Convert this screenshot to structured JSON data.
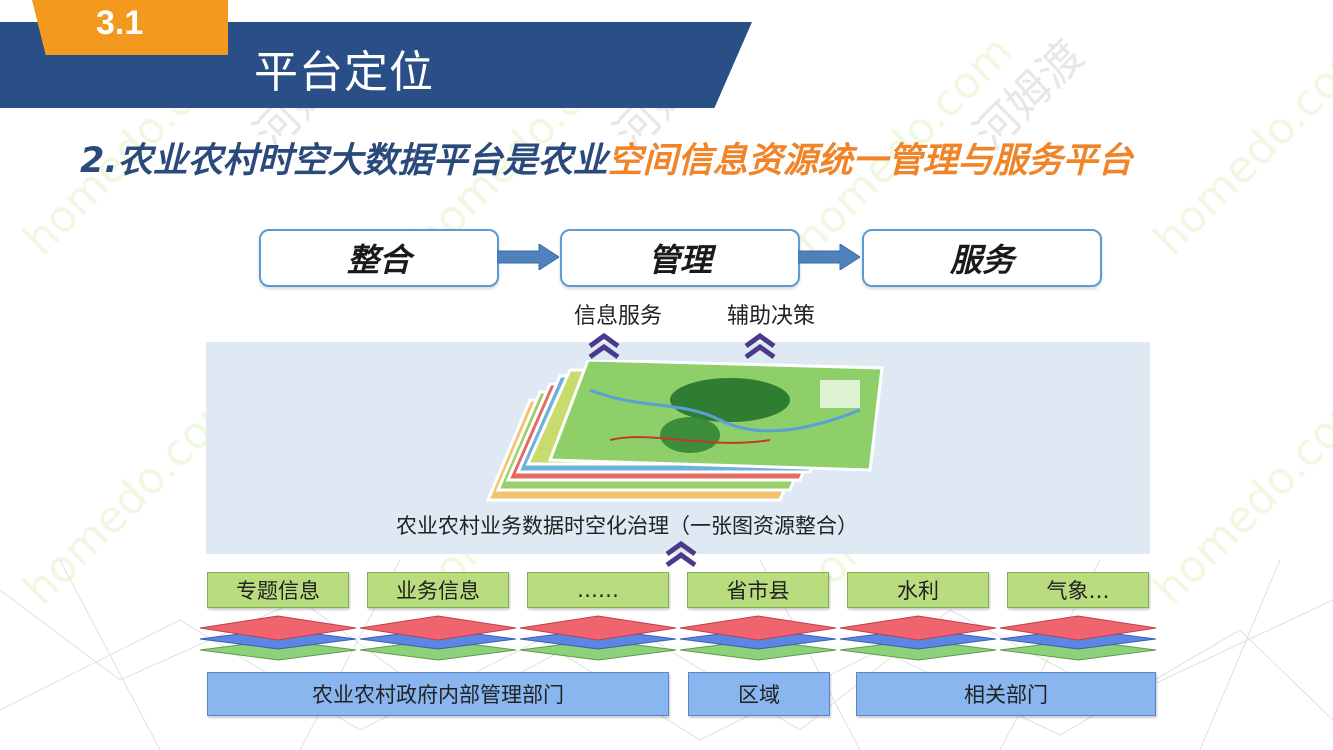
{
  "header": {
    "badge": "3.1",
    "title": "平台定位"
  },
  "subtitle": {
    "part_dark": "2.农业农村时空大数据平台是农业",
    "part_orange": "空间信息资源统一管理与服务平台"
  },
  "flow": {
    "steps": [
      "整合",
      "管理",
      "服务"
    ]
  },
  "services": {
    "left": "信息服务",
    "right": "辅助决策"
  },
  "panel": {
    "caption": "农业农村业务数据时空化治理（一张图资源整合）"
  },
  "data_sources": [
    "专题信息",
    "业务信息",
    "……",
    "省市县",
    "水利",
    "气象…"
  ],
  "departments": [
    "农业农村政府内部管理部门",
    "区域",
    "相关部门"
  ],
  "watermark": {
    "site": "homedo.com",
    "cn": "河姆渡"
  },
  "colors": {
    "header_blue": "#2a4f86",
    "badge_orange": "#f39a1e",
    "subtitle_dark": "#2b4a7c",
    "subtitle_orange": "#f08428",
    "flow_border": "#5b9bd5",
    "panel_bg": "#dfe9f3",
    "green_box": "#b8dc7e",
    "blue_box": "#8ab6f0",
    "layer_red": "#f0646e",
    "layer_blue": "#5c86e6",
    "layer_green": "#8cd27a",
    "chevron": "#4b3a8c"
  }
}
